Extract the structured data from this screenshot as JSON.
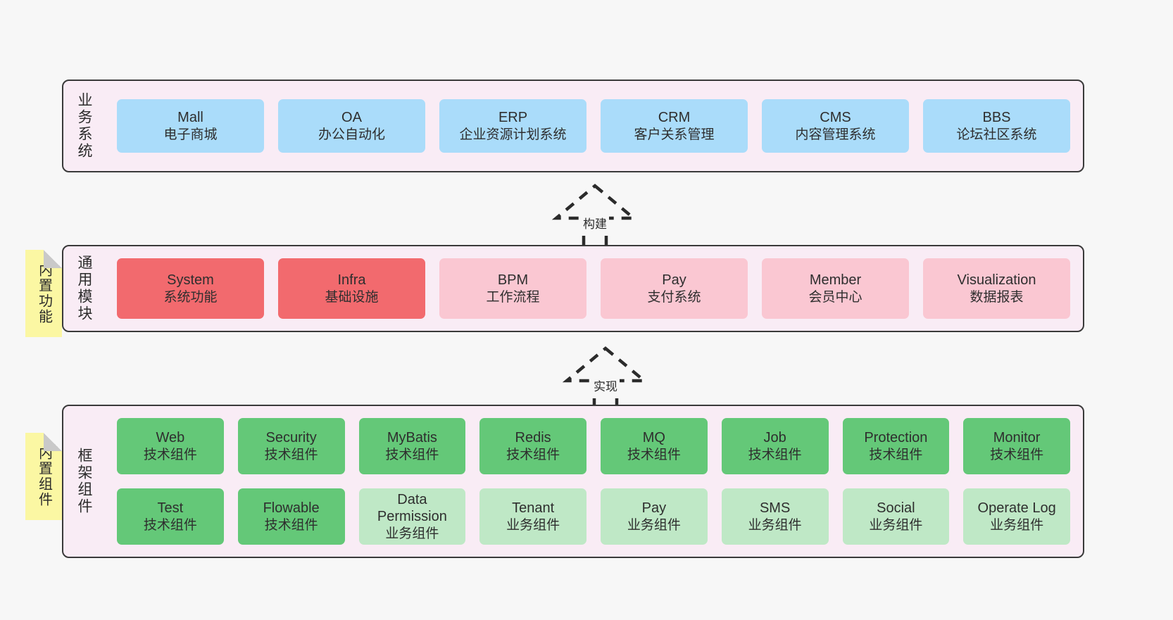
{
  "diagram": {
    "background": "#f7f7f7",
    "panel_color": "#f9ecf5",
    "note_color": "#fbf7a3"
  },
  "layers": [
    {
      "key": "business",
      "title": "业务系统",
      "rows": [
        {
          "boxes": [
            {
              "title": "Mall",
              "sub": "电子商城",
              "color": "#aadcfa",
              "style": "c-blue"
            },
            {
              "title": "OA",
              "sub": "办公自动化",
              "color": "#aadcfa",
              "style": "c-blue"
            },
            {
              "title": "ERP",
              "sub": "企业资源计划系统",
              "color": "#aadcfa",
              "style": "c-blue"
            },
            {
              "title": "CRM",
              "sub": "客户关系管理",
              "color": "#aadcfa",
              "style": "c-blue"
            },
            {
              "title": "CMS",
              "sub": "内容管理系统",
              "color": "#aadcfa",
              "style": "c-blue"
            },
            {
              "title": "BBS",
              "sub": "论坛社区系统",
              "color": "#aadcfa",
              "style": "c-blue"
            }
          ]
        }
      ]
    },
    {
      "key": "module",
      "title": "通用模块",
      "note": "内置功能",
      "rows": [
        {
          "boxes": [
            {
              "title": "System",
              "sub": "系统功能",
              "color": "#f26a6e",
              "style": "c-red"
            },
            {
              "title": "Infra",
              "sub": "基础设施",
              "color": "#f26a6e",
              "style": "c-red"
            },
            {
              "title": "BPM",
              "sub": "工作流程",
              "color": "#fac7d2",
              "style": "c-pink"
            },
            {
              "title": "Pay",
              "sub": "支付系统",
              "color": "#fac7d2",
              "style": "c-pink"
            },
            {
              "title": "Member",
              "sub": "会员中心",
              "color": "#fac7d2",
              "style": "c-pink"
            },
            {
              "title": "Visualization",
              "sub": "数据报表",
              "color": "#fac7d2",
              "style": "c-pink"
            }
          ]
        }
      ]
    },
    {
      "key": "framework",
      "title": "框架组件",
      "note": "内置组件",
      "rows": [
        {
          "boxes": [
            {
              "title": "Web",
              "sub": "技术组件",
              "color": "#64c878",
              "style": "c-green"
            },
            {
              "title": "Security",
              "sub": "技术组件",
              "color": "#64c878",
              "style": "c-green"
            },
            {
              "title": "MyBatis",
              "sub": "技术组件",
              "color": "#64c878",
              "style": "c-green"
            },
            {
              "title": "Redis",
              "sub": "技术组件",
              "color": "#64c878",
              "style": "c-green"
            },
            {
              "title": "MQ",
              "sub": "技术组件",
              "color": "#64c878",
              "style": "c-green"
            },
            {
              "title": "Job",
              "sub": "技术组件",
              "color": "#64c878",
              "style": "c-green"
            },
            {
              "title": "Protection",
              "sub": "技术组件",
              "color": "#64c878",
              "style": "c-green"
            },
            {
              "title": "Monitor",
              "sub": "技术组件",
              "color": "#64c878",
              "style": "c-green"
            }
          ]
        },
        {
          "boxes": [
            {
              "title": "Test",
              "sub": "技术组件",
              "color": "#64c878",
              "style": "c-green"
            },
            {
              "title": "Flowable",
              "sub": "技术组件",
              "color": "#64c878",
              "style": "c-green"
            },
            {
              "title": "Data Permission",
              "sub": "业务组件",
              "color": "#bfe8c6",
              "style": "c-lightgreen"
            },
            {
              "title": "Tenant",
              "sub": "业务组件",
              "color": "#bfe8c6",
              "style": "c-lightgreen"
            },
            {
              "title": "Pay",
              "sub": "业务组件",
              "color": "#bfe8c6",
              "style": "c-lightgreen"
            },
            {
              "title": "SMS",
              "sub": "业务组件",
              "color": "#bfe8c6",
              "style": "c-lightgreen"
            },
            {
              "title": "Social",
              "sub": "业务组件",
              "color": "#bfe8c6",
              "style": "c-lightgreen"
            },
            {
              "title": "Operate Log",
              "sub": "业务组件",
              "color": "#bfe8c6",
              "style": "c-lightgreen"
            }
          ]
        }
      ]
    }
  ],
  "connectors": [
    {
      "key": "build",
      "label": "构建",
      "from": "module",
      "to": "business"
    },
    {
      "key": "implement",
      "label": "实现",
      "from": "framework",
      "to": "module"
    }
  ]
}
